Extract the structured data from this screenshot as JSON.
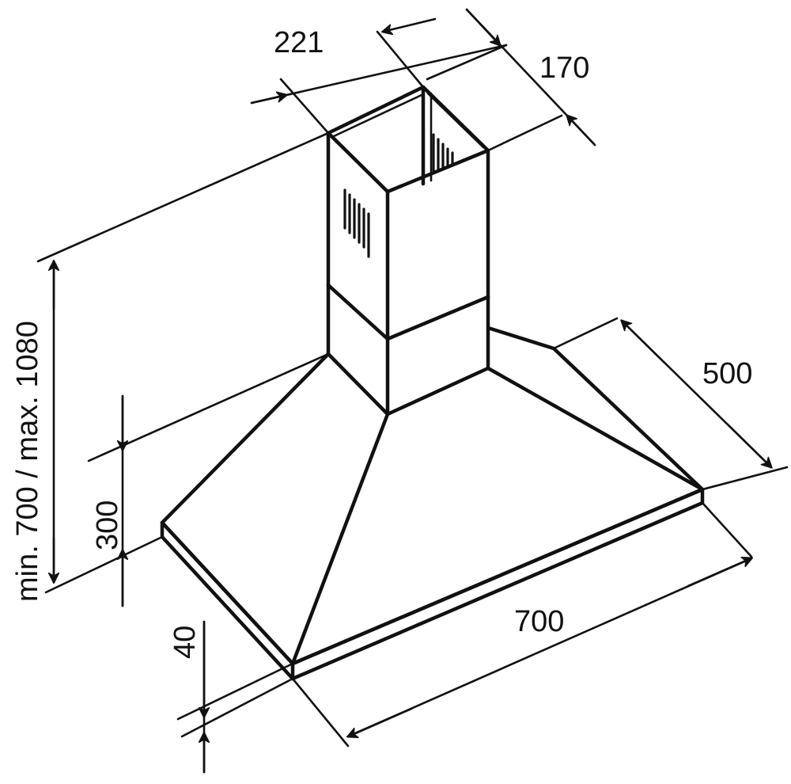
{
  "dimensions": {
    "chimney_width": "221",
    "chimney_depth": "170",
    "hood_depth": "500",
    "hood_width": "700",
    "total_height": "min. 700 / max. 1080",
    "canopy_height": "300",
    "rim_height": "40"
  },
  "colors": {
    "line": "#111111",
    "background": "#ffffff"
  }
}
